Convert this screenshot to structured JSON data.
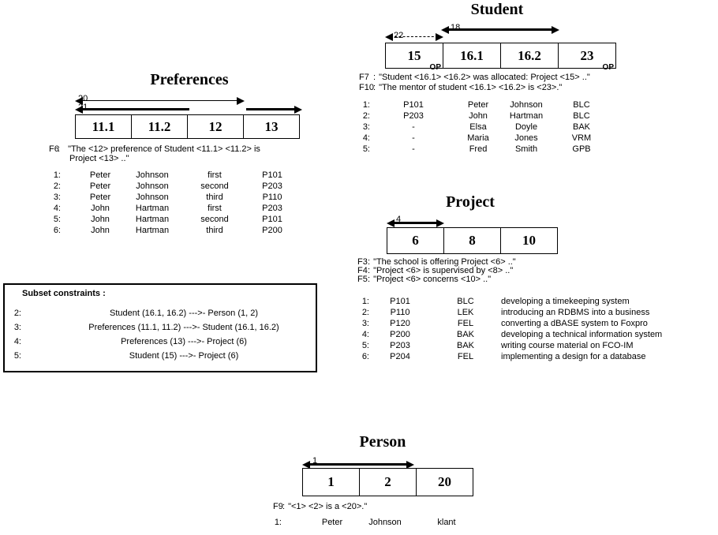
{
  "ui": {
    "colon": ":"
  },
  "student": {
    "title": "Student",
    "cells": [
      "15",
      "16.1",
      "16.2",
      "23"
    ],
    "op": "OP",
    "uc_dashed_label": "22",
    "uc_solid_label": "18",
    "facts": [
      {
        "label": "F7",
        "text": "\"Student <16.1> <16.2> was allocated: Project <15> ..\""
      },
      {
        "label": "F10",
        "text": "\"The mentor of student <16.1> <16.2> is <23>.\""
      }
    ],
    "rows": [
      {
        "n": "1:",
        "c1": "P101",
        "c2": "Peter",
        "c3": "Johnson",
        "c4": "BLC"
      },
      {
        "n": "2:",
        "c1": "P203",
        "c2": "John",
        "c3": "Hartman",
        "c4": "BLC"
      },
      {
        "n": "3:",
        "c1": "-",
        "c2": "Elsa",
        "c3": "Doyle",
        "c4": "BAK"
      },
      {
        "n": "4:",
        "c1": "-",
        "c2": "Maria",
        "c3": "Jones",
        "c4": "VRM"
      },
      {
        "n": "5:",
        "c1": "-",
        "c2": "Fred",
        "c3": "Smith",
        "c4": "GPB"
      }
    ]
  },
  "preferences": {
    "title": "Preferences",
    "cells": [
      "11.1",
      "11.2",
      "12",
      "13"
    ],
    "uc_thin_label": "20",
    "uc_thick_label": "21",
    "fact": {
      "label": "F6",
      "text": "\"The <12> preference of Student <11.1> <11.2> is",
      "text2": "Project <13> ..\""
    },
    "rows": [
      {
        "n": "1:",
        "c1": "Peter",
        "c2": "Johnson",
        "c3": "first",
        "c4": "P101"
      },
      {
        "n": "2:",
        "c1": "Peter",
        "c2": "Johnson",
        "c3": "second",
        "c4": "P203"
      },
      {
        "n": "3:",
        "c1": "Peter",
        "c2": "Johnson",
        "c3": "third",
        "c4": "P110"
      },
      {
        "n": "4:",
        "c1": "John",
        "c2": "Hartman",
        "c3": "first",
        "c4": "P203"
      },
      {
        "n": "5:",
        "c1": "John",
        "c2": "Hartman",
        "c3": "second",
        "c4": "P101"
      },
      {
        "n": "6:",
        "c1": "John",
        "c2": "Hartman",
        "c3": "third",
        "c4": "P200"
      }
    ]
  },
  "subset_constraints": {
    "title": "Subset constraints :",
    "items": [
      {
        "n": "2:",
        "text": "Student (16.1, 16.2) --->- Person (1, 2)"
      },
      {
        "n": "3:",
        "text": "Preferences (11.1, 11.2) --->- Student (16.1, 16.2)"
      },
      {
        "n": "4:",
        "text": "Preferences (13) --->- Project (6)"
      },
      {
        "n": "5:",
        "text": "Student (15) --->- Project (6)"
      }
    ]
  },
  "project": {
    "title": "Project",
    "cells": [
      "6",
      "8",
      "10"
    ],
    "uc_label": "4",
    "facts": [
      {
        "label": "F3",
        "text": "\"The school is offering Project <6> ..\""
      },
      {
        "label": "F4",
        "text": "\"Project <6> is supervised by <8> ..\""
      },
      {
        "label": "F5",
        "text": "\"Project <6> concerns <10> ..\""
      }
    ],
    "rows": [
      {
        "n": "1:",
        "c1": "P101",
        "c2": "BLC",
        "c3": "developing a timekeeping system"
      },
      {
        "n": "2:",
        "c1": "P110",
        "c2": "LEK",
        "c3": "introducing an RDBMS into a business"
      },
      {
        "n": "3:",
        "c1": "P120",
        "c2": "FEL",
        "c3": "converting a dBASE system to Foxpro"
      },
      {
        "n": "4:",
        "c1": "P200",
        "c2": "BAK",
        "c3": "developing a technical information system"
      },
      {
        "n": "5:",
        "c1": "P203",
        "c2": "BAK",
        "c3": "writing course material on FCO-IM"
      },
      {
        "n": "6:",
        "c1": "P204",
        "c2": "FEL",
        "c3": "implementing a design for a database"
      }
    ]
  },
  "person": {
    "title": "Person",
    "cells": [
      "1",
      "2",
      "20"
    ],
    "uc_label": "1",
    "fact": {
      "label": "F9",
      "text": "\"<1> <2> is a <20>.\""
    },
    "rows": [
      {
        "n": "1:",
        "c1": "Peter",
        "c2": "Johnson",
        "c3": "klant"
      }
    ]
  },
  "colors": {
    "ink": "#000000",
    "background": "#ffffff"
  }
}
